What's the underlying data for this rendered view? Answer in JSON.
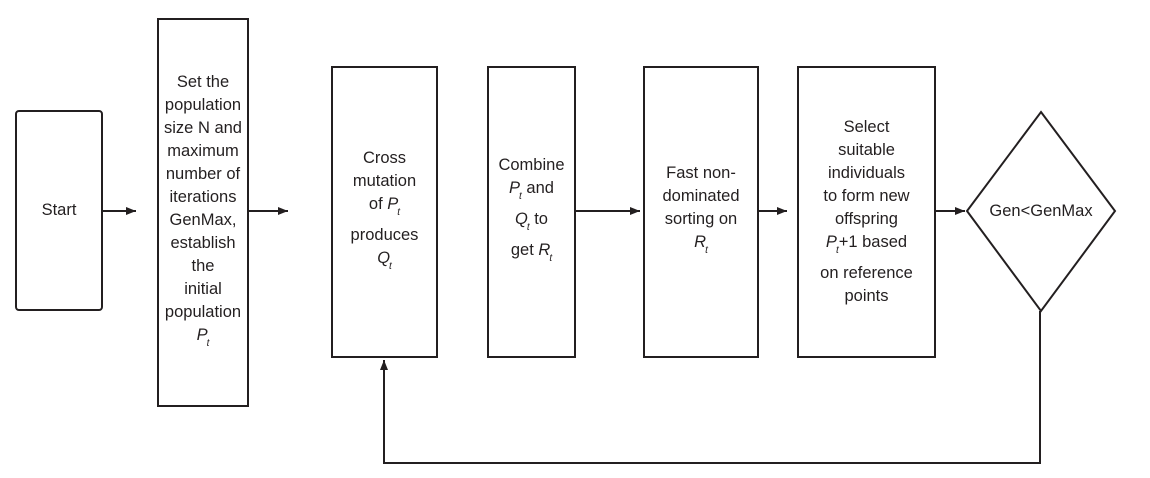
{
  "nodes": [
    {
      "id": "start",
      "lines": [
        [
          "Start"
        ]
      ]
    },
    {
      "id": "init",
      "lines": [
        [
          "Set the"
        ],
        [
          "population"
        ],
        [
          "size N and"
        ],
        [
          "maximum"
        ],
        [
          "number of"
        ],
        [
          "iterations"
        ],
        [
          "GenMax,"
        ],
        [
          "establish"
        ],
        [
          "the"
        ],
        [
          "initial"
        ],
        [
          "population"
        ],
        [
          {
            "v": "P",
            "sub": "t"
          }
        ]
      ]
    },
    {
      "id": "cross",
      "lines": [
        [
          "Cross"
        ],
        [
          "mutation"
        ],
        [
          "of ",
          {
            "v": "P",
            "sub": "t"
          }
        ],
        [
          "produces"
        ],
        [
          {
            "v": "Q",
            "sub": "t"
          }
        ]
      ]
    },
    {
      "id": "combine",
      "lines": [
        [
          "Combine"
        ],
        [
          {
            "v": "P",
            "sub": "t"
          },
          " and"
        ],
        [
          {
            "v": "Q",
            "sub": "t"
          },
          " to"
        ],
        [
          "get ",
          {
            "v": "R",
            "sub": "t"
          }
        ]
      ]
    },
    {
      "id": "sort",
      "lines": [
        [
          "Fast non-"
        ],
        [
          "dominated"
        ],
        [
          "sorting on"
        ],
        [
          {
            "v": "R",
            "sub": "t"
          }
        ]
      ]
    },
    {
      "id": "select",
      "lines": [
        [
          "Select"
        ],
        [
          "suitable"
        ],
        [
          "individuals"
        ],
        [
          "to form new"
        ],
        [
          "offspring"
        ],
        [
          {
            "v": "P",
            "sub": "t"
          },
          "+1 based"
        ],
        [
          "on reference"
        ],
        [
          "points"
        ]
      ]
    }
  ],
  "decision": {
    "label": "Gen<GenMax"
  },
  "colors": {
    "stroke": "#231f20",
    "background": "#ffffff"
  }
}
